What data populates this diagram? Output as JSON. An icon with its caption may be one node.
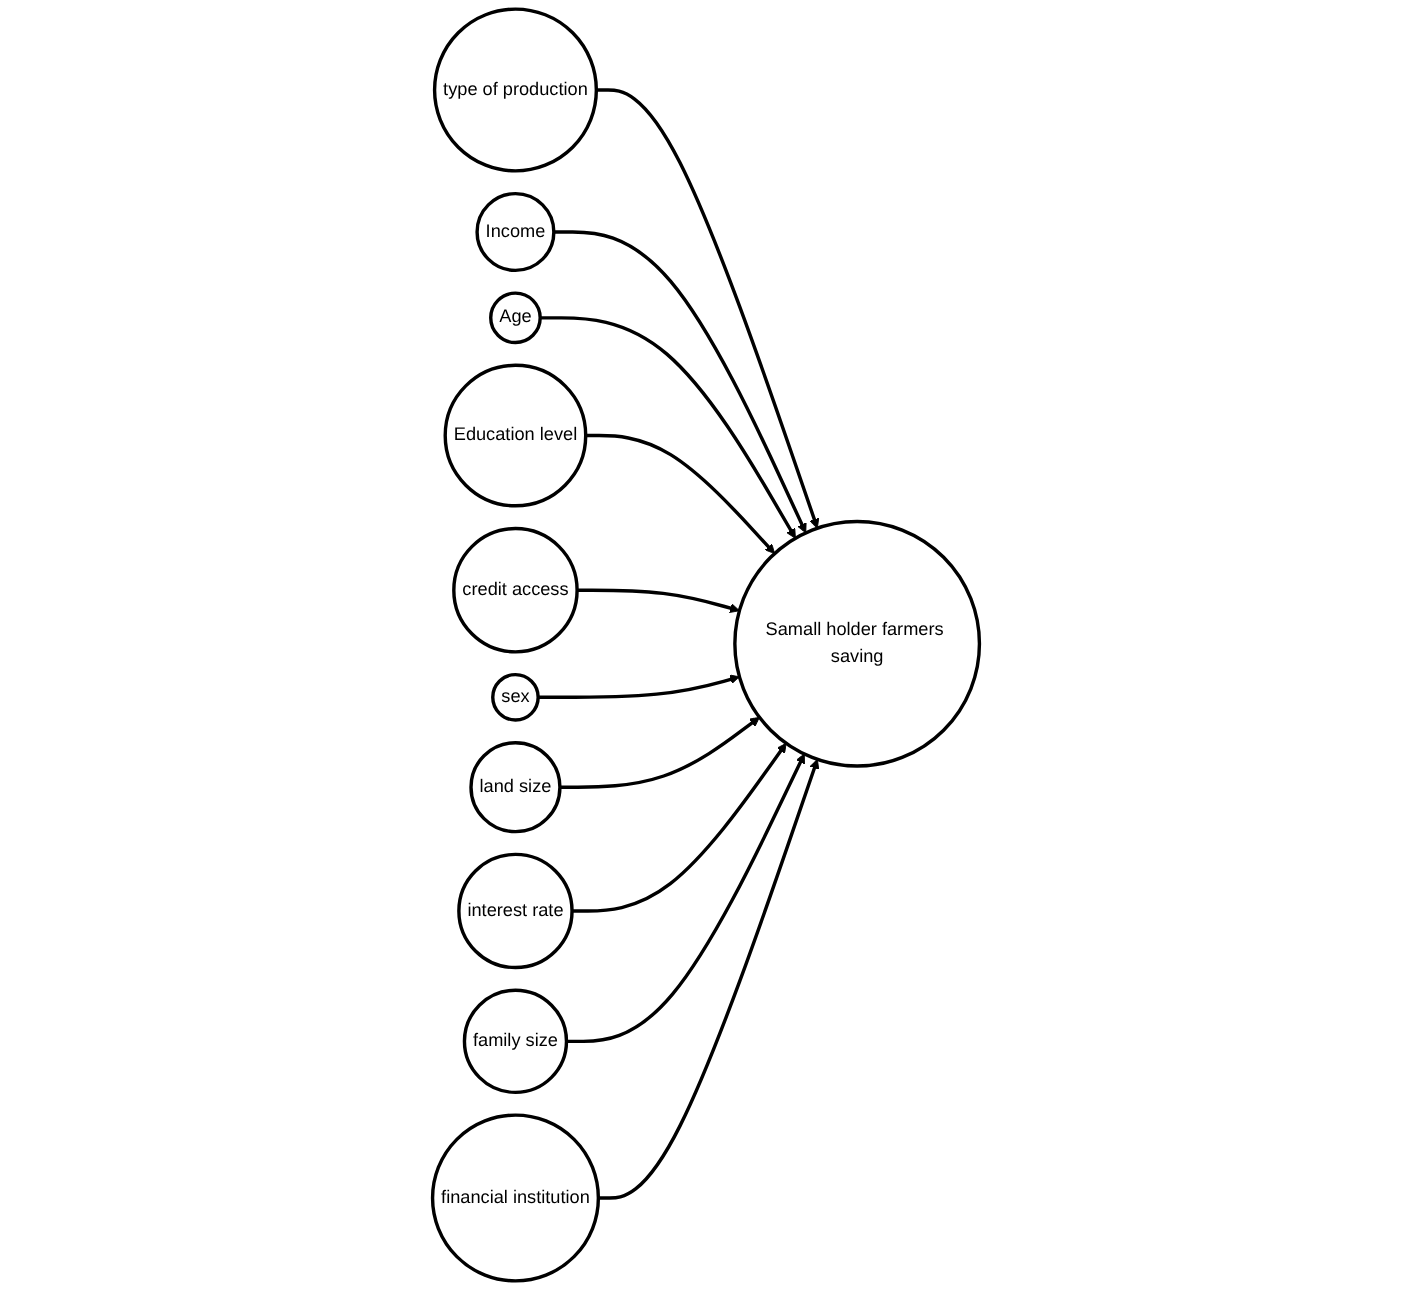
{
  "diagram": {
    "nodes": [
      {
        "text": [
          "Samall holder farmers saving"
        ]
      },
      {
        "text": [
          "type of production"
        ]
      },
      {
        "text": [
          "Income"
        ]
      },
      {
        "text": [
          "Age"
        ]
      },
      {
        "text": [
          "Education level"
        ]
      },
      {
        "text": [
          "credit access"
        ]
      },
      {
        "text": [
          "sex"
        ]
      },
      {
        "text": [
          "land size"
        ]
      },
      {
        "text": [
          "interest rate"
        ]
      },
      {
        "text": [
          "family size"
        ]
      },
      {
        "text": [
          "financial institution"
        ]
      }
    ],
    "edges": [
      {
        "from": 1,
        "to": 0,
        "arrow": "to"
      },
      {
        "from": 2,
        "to": 0,
        "arrow": "to"
      },
      {
        "from": 3,
        "to": 0,
        "arrow": "to"
      },
      {
        "from": 4,
        "to": 0,
        "arrow": "to"
      },
      {
        "from": 5,
        "to": 0,
        "arrow": "to"
      },
      {
        "from": 6,
        "to": 0,
        "arrow": "to"
      },
      {
        "from": 7,
        "to": 0,
        "arrow": "to"
      },
      {
        "from": 8,
        "to": 0,
        "arrow": "to"
      },
      {
        "from": 9,
        "to": 0,
        "arrow": "to"
      },
      {
        "from": 10,
        "to": 0,
        "arrow": "to"
      }
    ]
  }
}
